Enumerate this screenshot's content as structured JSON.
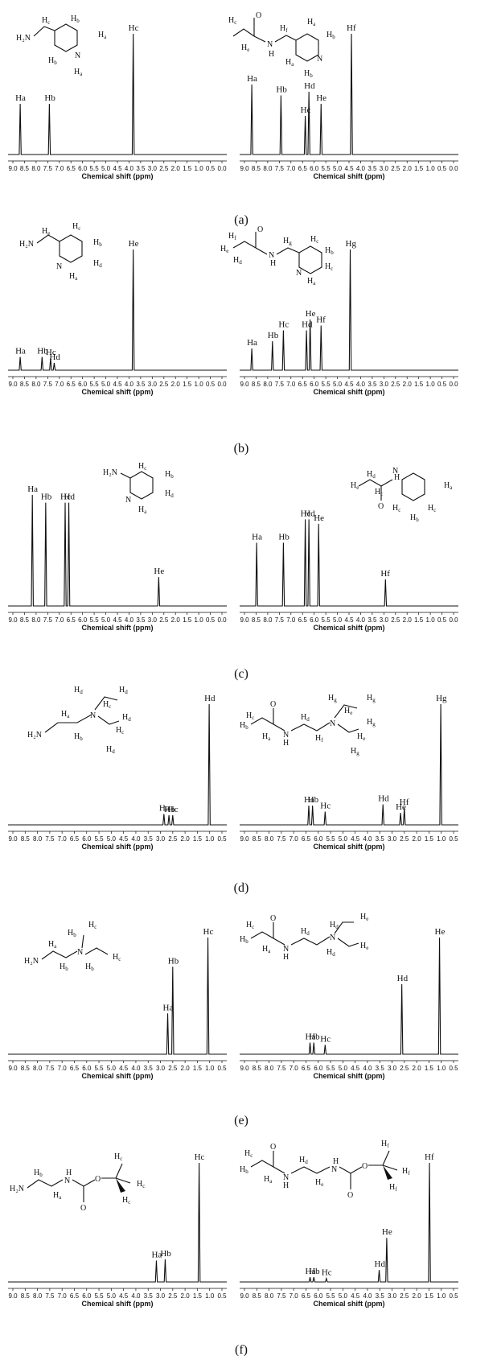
{
  "chart_data": [
    {
      "type": "line",
      "panel": "(a)",
      "side": "left",
      "xlabel": "Chemical shift (ppm)",
      "xlim": [
        9.0,
        0.0
      ],
      "ticks": [
        "9.0",
        "8.5",
        "8.0",
        "7.5",
        "7.0",
        "6.5",
        "6.0",
        "5.5",
        "5.0",
        "4.5",
        "4.0",
        "3.5",
        "3.0",
        "2.5",
        "2.0",
        "1.5",
        "1.0",
        "0.5",
        "0.0"
      ],
      "peaks": [
        {
          "label": "Ha",
          "x": 8.5,
          "h": 0.42
        },
        {
          "label": "Hb",
          "x": 7.3,
          "h": 0.42
        },
        {
          "label": "Hc",
          "x": 3.85,
          "h": 1.0
        }
      ]
    },
    {
      "type": "line",
      "panel": "(a)",
      "side": "right",
      "xlabel": "Chemical shift (ppm)",
      "xlim": [
        9.0,
        0.0
      ],
      "ticks": [
        "9.0",
        "8.5",
        "8.0",
        "7.5",
        "7.0",
        "6.5",
        "6.0",
        "5.5",
        "5.0",
        "4.5",
        "4.0",
        "3.5",
        "3.0",
        "2.5",
        "2.0",
        "1.5",
        "1.0",
        "0.5",
        "0.0"
      ],
      "peaks": [
        {
          "label": "Ha",
          "x": 8.5,
          "h": 0.58
        },
        {
          "label": "Hb",
          "x": 7.3,
          "h": 0.49
        },
        {
          "label": "Hc",
          "x": 6.3,
          "h": 0.32
        },
        {
          "label": "Hd",
          "x": 6.15,
          "h": 0.52
        },
        {
          "label": "He",
          "x": 5.65,
          "h": 0.42
        },
        {
          "label": "Hf",
          "x": 4.4,
          "h": 1.0
        }
      ]
    },
    {
      "type": "line",
      "panel": "(b)",
      "side": "left",
      "xlabel": "Chemical shift (ppm)",
      "xlim": [
        9.0,
        0.0
      ],
      "ticks": [
        "9.0",
        "8.5",
        "8.0",
        "7.5",
        "7.0",
        "6.5",
        "6.0",
        "5.5",
        "5.0",
        "4.5",
        "4.0",
        "3.5",
        "3.0",
        "2.5",
        "2.0",
        "1.5",
        "1.0",
        "0.5",
        "0.0"
      ],
      "peaks": [
        {
          "label": "Ha",
          "x": 8.5,
          "h": 0.11
        },
        {
          "label": "Hb",
          "x": 7.6,
          "h": 0.11
        },
        {
          "label": "Hc",
          "x": 7.25,
          "h": 0.1
        },
        {
          "label": "Hd",
          "x": 7.1,
          "h": 0.06
        },
        {
          "label": "He",
          "x": 3.85,
          "h": 1.0
        }
      ]
    },
    {
      "type": "line",
      "panel": "(b)",
      "side": "right",
      "xlabel": "Chemical shift (ppm)",
      "xlim": [
        9.0,
        0.0
      ],
      "ticks": [
        "9.0",
        "8.5",
        "8.0",
        "7.5",
        "7.0",
        "6.5",
        "6.0",
        "5.5",
        "5.0",
        "4.5",
        "4.0",
        "3.5",
        "3.0",
        "2.5",
        "2.0",
        "1.5",
        "1.0",
        "0.5",
        "0.0"
      ],
      "peaks": [
        {
          "label": "Ha",
          "x": 8.5,
          "h": 0.18
        },
        {
          "label": "Hb",
          "x": 7.65,
          "h": 0.24
        },
        {
          "label": "Hc",
          "x": 7.2,
          "h": 0.33
        },
        {
          "label": "Hd",
          "x": 6.25,
          "h": 0.33
        },
        {
          "label": "He",
          "x": 6.1,
          "h": 0.42
        },
        {
          "label": "Hf",
          "x": 5.65,
          "h": 0.37
        },
        {
          "label": "Hg",
          "x": 4.45,
          "h": 1.0
        }
      ]
    },
    {
      "type": "line",
      "panel": "(c)",
      "side": "left",
      "xlabel": "Chemical shift (ppm)",
      "xlim": [
        9.0,
        0.0
      ],
      "ticks": [
        "9.0",
        "8.5",
        "8.0",
        "7.5",
        "7.0",
        "6.5",
        "6.0",
        "5.5",
        "5.0",
        "4.5",
        "4.0",
        "3.5",
        "3.0",
        "2.5",
        "2.0",
        "1.5",
        "1.0",
        "0.5",
        "0.0"
      ],
      "peaks": [
        {
          "label": "Ha",
          "x": 8.0,
          "h": 1.0
        },
        {
          "label": "Hb",
          "x": 7.45,
          "h": 0.93
        },
        {
          "label": "Hc",
          "x": 6.65,
          "h": 0.93
        },
        {
          "label": "Hd",
          "x": 6.5,
          "h": 0.93
        },
        {
          "label": "He",
          "x": 2.8,
          "h": 0.26
        }
      ]
    },
    {
      "type": "line",
      "panel": "(c)",
      "side": "right",
      "xlabel": "Chemical shift (ppm)",
      "xlim": [
        9.0,
        0.0
      ],
      "ticks": [
        "9.0",
        "8.5",
        "8.0",
        "7.5",
        "7.0",
        "6.5",
        "6.0",
        "5.5",
        "5.0",
        "4.5",
        "4.0",
        "3.5",
        "3.0",
        "2.5",
        "2.0",
        "1.5",
        "1.0",
        "0.5",
        "0.0"
      ],
      "peaks": [
        {
          "label": "Ha",
          "x": 8.3,
          "h": 0.57
        },
        {
          "label": "Hb",
          "x": 7.2,
          "h": 0.57
        },
        {
          "label": "Hc",
          "x": 6.3,
          "h": 0.78
        },
        {
          "label": "Hd",
          "x": 6.15,
          "h": 0.78
        },
        {
          "label": "He",
          "x": 5.75,
          "h": 0.74
        },
        {
          "label": "Hf",
          "x": 3.0,
          "h": 0.24
        }
      ]
    },
    {
      "type": "line",
      "panel": "(d)",
      "side": "left",
      "xlabel": "Chemical shift (ppm)",
      "xlim": [
        9.0,
        0.3
      ],
      "ticks": [
        "9.0",
        "8.5",
        "8.0",
        "7.5",
        "7.0",
        "6.5",
        "6.0",
        "5.5",
        "5.0",
        "4.5",
        "4.0",
        "3.5",
        "3.0",
        "2.5",
        "2.0",
        "1.5",
        "1.0",
        "0.5"
      ],
      "peaks": [
        {
          "label": "Ha",
          "x": 2.8,
          "h": 0.09
        },
        {
          "label": "Hb",
          "x": 2.6,
          "h": 0.08
        },
        {
          "label": "Hc",
          "x": 2.45,
          "h": 0.08
        },
        {
          "label": "Hd",
          "x": 1.0,
          "h": 1.0
        }
      ]
    },
    {
      "type": "line",
      "panel": "(d)",
      "side": "right",
      "xlabel": "Chemical shift (ppm)",
      "xlim": [
        9.0,
        0.3
      ],
      "ticks": [
        "9.0",
        "8.5",
        "8.0",
        "7.5",
        "7.0",
        "6.5",
        "6.0",
        "5.5",
        "5.0",
        "4.5",
        "4.0",
        "3.5",
        "3.0",
        "2.5",
        "2.0",
        "1.5",
        "1.0",
        "0.5"
      ],
      "peaks": [
        {
          "label": "Ha",
          "x": 6.25,
          "h": 0.16
        },
        {
          "label": "Hb",
          "x": 6.1,
          "h": 0.16
        },
        {
          "label": "Hc",
          "x": 5.6,
          "h": 0.11
        },
        {
          "label": "Hd",
          "x": 3.3,
          "h": 0.17
        },
        {
          "label": "He",
          "x": 2.6,
          "h": 0.1
        },
        {
          "label": "Hf",
          "x": 2.45,
          "h": 0.14
        },
        {
          "label": "Hg",
          "x": 1.0,
          "h": 1.0
        }
      ]
    },
    {
      "type": "line",
      "panel": "(e)",
      "side": "left",
      "xlabel": "Chemical shift (ppm)",
      "xlim": [
        9.0,
        0.3
      ],
      "ticks": [
        "9.0",
        "8.5",
        "8.0",
        "7.5",
        "7.0",
        "6.5",
        "6.0",
        "5.5",
        "5.0",
        "4.5",
        "4.0",
        "3.5",
        "3.0",
        "2.5",
        "2.0",
        "1.5",
        "1.0",
        "0.5"
      ],
      "peaks": [
        {
          "label": "Ha",
          "x": 2.65,
          "h": 0.35
        },
        {
          "label": "Hb",
          "x": 2.45,
          "h": 0.75
        },
        {
          "label": "Hc",
          "x": 1.05,
          "h": 1.0
        }
      ]
    },
    {
      "type": "line",
      "panel": "(e)",
      "side": "right",
      "xlabel": "Chemical shift (ppm)",
      "xlim": [
        9.0,
        0.3
      ],
      "ticks": [
        "9.0",
        "8.5",
        "8.0",
        "7.5",
        "7.0",
        "6.5",
        "6.0",
        "5.5",
        "5.0",
        "4.5",
        "4.0",
        "3.5",
        "3.0",
        "2.5",
        "2.0",
        "1.5",
        "1.0",
        "0.5"
      ],
      "peaks": [
        {
          "label": "Ha",
          "x": 6.2,
          "h": 0.1
        },
        {
          "label": "Hb",
          "x": 6.05,
          "h": 0.1
        },
        {
          "label": "Hc",
          "x": 5.6,
          "h": 0.08
        },
        {
          "label": "Hd",
          "x": 2.55,
          "h": 0.6
        },
        {
          "label": "He",
          "x": 1.05,
          "h": 1.0
        }
      ]
    },
    {
      "type": "line",
      "panel": "(f)",
      "side": "left",
      "xlabel": "Chemical shift (ppm)",
      "xlim": [
        9.0,
        0.3
      ],
      "ticks": [
        "9.0",
        "8.5",
        "8.0",
        "7.5",
        "7.0",
        "6.5",
        "6.0",
        "5.5",
        "5.0",
        "4.5",
        "4.0",
        "3.5",
        "3.0",
        "2.5",
        "2.0",
        "1.5",
        "1.0",
        "0.5"
      ],
      "peaks": [
        {
          "label": "Ha",
          "x": 3.1,
          "h": 0.18
        },
        {
          "label": "Hb",
          "x": 2.75,
          "h": 0.19
        },
        {
          "label": "Hc",
          "x": 1.4,
          "h": 1.0
        }
      ]
    },
    {
      "type": "line",
      "panel": "(f)",
      "side": "right",
      "xlabel": "Chemical shift (ppm)",
      "xlim": [
        9.0,
        0.3
      ],
      "ticks": [
        "9.0",
        "8.5",
        "8.0",
        "7.5",
        "7.0",
        "6.5",
        "6.0",
        "5.5",
        "5.0",
        "4.5",
        "4.0",
        "3.5",
        "3.0",
        "2.5",
        "2.0",
        "1.5",
        "1.0",
        "0.5"
      ],
      "peaks": [
        {
          "label": "Ha",
          "x": 6.2,
          "h": 0.04
        },
        {
          "label": "Hb",
          "x": 6.05,
          "h": 0.04
        },
        {
          "label": "Hc",
          "x": 5.55,
          "h": 0.03
        },
        {
          "label": "Hd",
          "x": 3.45,
          "h": 0.1
        },
        {
          "label": "He",
          "x": 3.15,
          "h": 0.37
        },
        {
          "label": "Hf",
          "x": 1.45,
          "h": 1.0
        }
      ]
    }
  ],
  "captions": [
    "(a)",
    "(b)",
    "(c)",
    "(d)",
    "(e)",
    "(f)"
  ]
}
